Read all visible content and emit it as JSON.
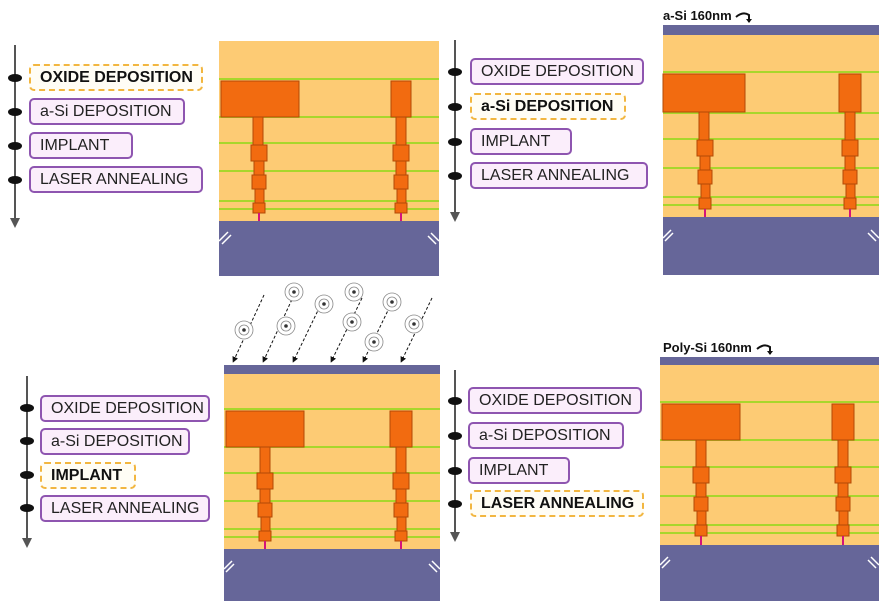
{
  "steps": [
    "OXIDE DEPOSITION",
    "a-Si DEPOSITION",
    "IMPLANT",
    "LASER ANNEALING"
  ],
  "panels": [
    {
      "id": "p1",
      "active_step": 0,
      "top_annotation": ""
    },
    {
      "id": "p2",
      "active_step": 1,
      "top_annotation": "a-Si 160nm"
    },
    {
      "id": "p3",
      "active_step": 2,
      "top_annotation": ""
    },
    {
      "id": "p4",
      "active_step": 3,
      "top_annotation": "Poly-Si 160nm"
    }
  ],
  "colors": {
    "oxide": "#fdcb74",
    "metal": "#f26b10",
    "metal_edge": "#b24a06",
    "substrate": "#666699",
    "interface_line": "#a8d62c",
    "via_core": "#d4147a",
    "step_border": "#8e55b0",
    "step_fill": "#fbeefb",
    "active_border": "#f2b640",
    "timeline": "#555555"
  },
  "icons": {
    "timeline_node": "ellipse-node-icon",
    "ion": "ion-atom-icon",
    "break_mark": "double-slash-break-icon",
    "annotation_arrow": "curved-arrow-icon"
  }
}
